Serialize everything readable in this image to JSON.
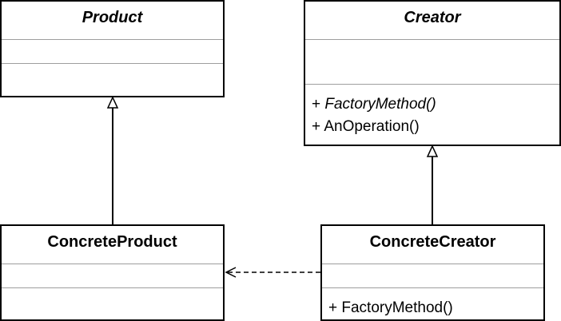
{
  "classes": {
    "product": {
      "name": "Product",
      "methods": []
    },
    "creator": {
      "name": "Creator",
      "methods": [
        {
          "visibility": "+ ",
          "name": "FactoryMethod()"
        },
        {
          "visibility": "+ ",
          "name": "AnOperation()"
        }
      ]
    },
    "concrete_product": {
      "name": "ConcreteProduct",
      "methods": []
    },
    "concrete_creator": {
      "name": "ConcreteCreator",
      "methods": [
        {
          "visibility": "+ ",
          "name": "FactoryMethod()"
        }
      ]
    }
  },
  "relationships": [
    {
      "type": "generalization",
      "from": "ConcreteProduct",
      "to": "Product"
    },
    {
      "type": "generalization",
      "from": "ConcreteCreator",
      "to": "Creator"
    },
    {
      "type": "dependency",
      "from": "ConcreteCreator",
      "to": "ConcreteProduct"
    }
  ]
}
